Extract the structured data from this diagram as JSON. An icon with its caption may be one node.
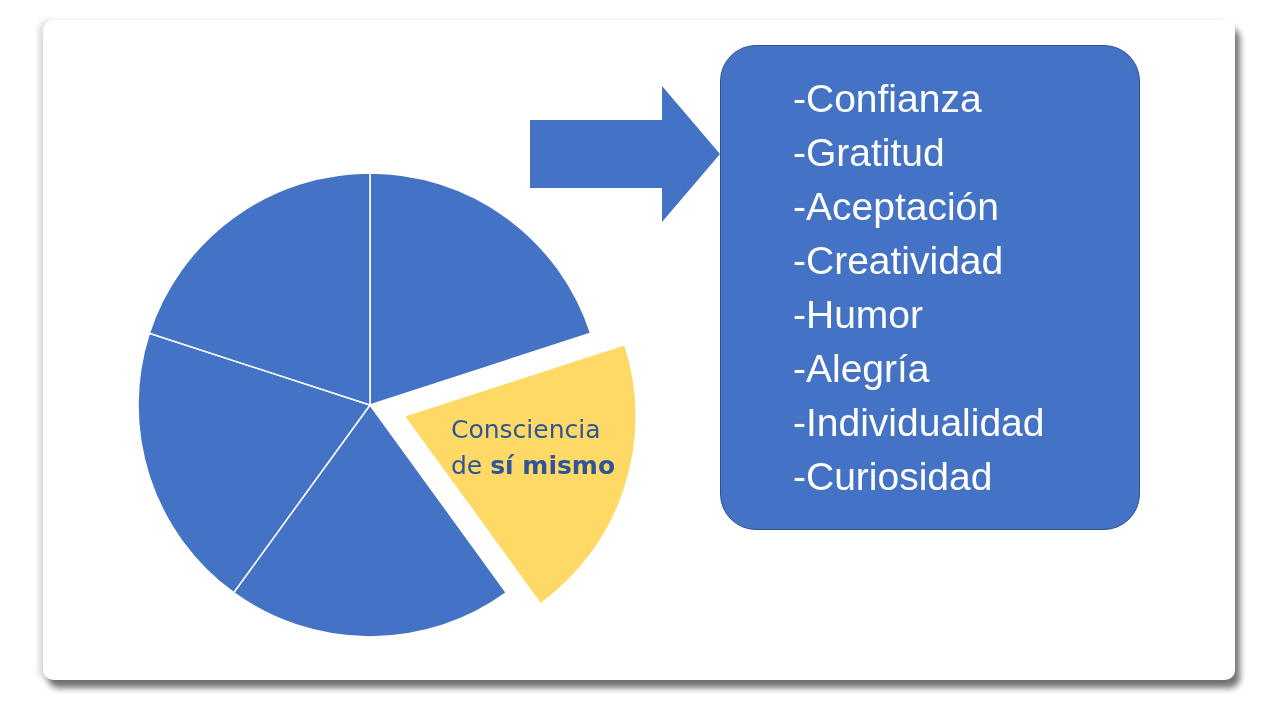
{
  "diagram": {
    "nodes": [
      {
        "text": [],
        "shape": "wedge"
      },
      {
        "text": [
          "Consciencia de **sí mismo**"
        ]
      },
      {
        "text": [],
        "shape": "wedge"
      },
      {
        "text": [],
        "shape": "wedge"
      },
      {
        "text": [],
        "shape": "wedge"
      },
      {
        "text": [
          "-Confianza",
          "-Gratitud",
          "-Aceptación",
          "-Creatividad",
          "-Humor",
          "-Alegría",
          "-Individualidad",
          "-Curiosidad"
        ]
      }
    ],
    "edges": [
      {
        "from": null,
        "to": 5,
        "arrow": "to"
      }
    ]
  }
}
